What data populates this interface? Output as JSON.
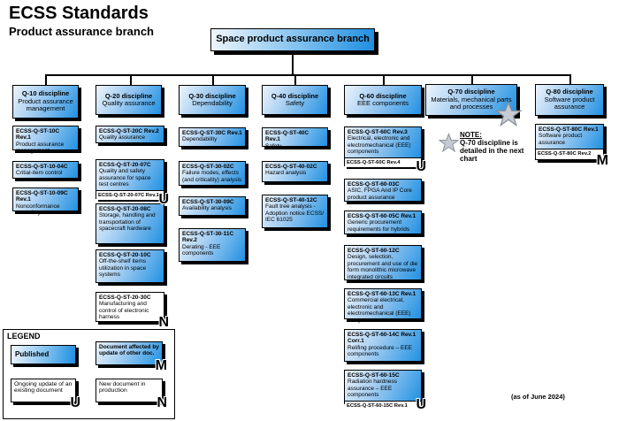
{
  "title": "ECSS Standards",
  "subtitle": "Product assurance branch",
  "footer": "(as of June 2024)",
  "root_box": "Space product assurance branch",
  "note": {
    "label": "NOTE:",
    "text": "Q-70 discipline is detailed in the next chart"
  },
  "legend": {
    "title": "LEGEND",
    "published": "Published",
    "affected": "Document affected by update of other doc.",
    "affected_marker": "M",
    "ongoing": "Ongoing update of an existing document",
    "ongoing_marker": "U",
    "new_doc": "New document in production",
    "new_marker": "N"
  },
  "colors": {
    "blue_dark": "#2191e2",
    "blue_light": "#ecf4fc",
    "star_fill": "#c6cad2",
    "star_stroke": "#878c96"
  },
  "columns": [
    {
      "header": {
        "title": "Q-10 discipline",
        "subtitle": "Product assurance management"
      },
      "boxes": [
        {
          "code": "ECSS-Q-ST-10C Rev.1",
          "desc": "Product assurance management"
        },
        {
          "code": "ECSS-Q-ST-10-04C",
          "desc": "Critial-item control"
        },
        {
          "code": "ECSS-Q-ST-10-09C Rev.1",
          "desc": "Nonconformance control system"
        }
      ]
    },
    {
      "header": {
        "title": "Q-20 discipline",
        "subtitle": "Quality assurance"
      },
      "boxes": [
        {
          "code": "ECSS-Q-ST-20C Rev.2",
          "desc": "Quality assurance"
        },
        {
          "code": "ECSS-Q-ST-20-07C",
          "desc": "Quality and safety assurance for space test centres",
          "sub": "ECSS-Q-ST-20-07C Rev.1",
          "marker": "U"
        },
        {
          "code": "ECSS-Q-ST-20-08C",
          "desc": "Storage, handling and transportation of spacecraft hardware"
        },
        {
          "code": "ECSS-Q-ST-20-10C",
          "desc": "Off-the-shelf items utilization in space systems"
        },
        {
          "code": "ECSS-Q-ST-20-30C",
          "desc": "Manufacturing and control of electronic harness",
          "marker": "N"
        }
      ]
    },
    {
      "header": {
        "title": "Q-30 discipline",
        "subtitle": "Dependability"
      },
      "boxes": [
        {
          "code": "ECSS-Q-ST-30C Rev.1",
          "desc": "Dependability"
        },
        {
          "code": "ECSS-Q-ST-30-02C",
          "desc": "Failure modes, effects (and criticality) analysis"
        },
        {
          "code": "ECSS-Q-ST-30-09C",
          "desc": "Availability analysis"
        },
        {
          "code": "ECSS-Q-ST-30-11C Rev.2",
          "desc": "Derating - EEE components"
        }
      ]
    },
    {
      "header": {
        "title": "Q-40 discipline",
        "subtitle": "Safety"
      },
      "boxes": [
        {
          "code": "ECSS-Q-ST-40C Rev.1",
          "desc": "Safety"
        },
        {
          "code": "ECSS-Q-ST-40-02C",
          "desc": "Hazard analysis"
        },
        {
          "code": "ECSS-Q-ST-40-12C",
          "desc": "Fault tree analysis - Adoption notice ECSS/ IEC 61025"
        }
      ]
    },
    {
      "header": {
        "title": "Q-60 discipline",
        "subtitle": "EEE components"
      },
      "boxes": [
        {
          "code": "ECSS-Q-ST-60C Rev.3",
          "desc": "Electrical, electronic and electromechanical (EEE) components",
          "sub": "ECSS-Q-ST-60C Rev.4",
          "marker": "U"
        },
        {
          "code": "ECSS-Q-ST-60-03C",
          "desc": "ASIC, FPGA And IP Core product assurance"
        },
        {
          "code": "ECSS-Q-ST-60-05C Rev.1",
          "desc": "Generic procurement requirements for hybrids"
        },
        {
          "code": "ECSS-Q-ST-60-12C",
          "desc": "Design, selection, procurement and use of die form monolithic microwave integrated circuits"
        },
        {
          "code": "ECSS-Q-ST-60-13C Rev.1",
          "desc": "Commercial electrical, electronic and electromechanical (EEE) components"
        },
        {
          "code": "ECSS-Q-ST-60-14C Rev.1 Corr.1",
          "desc": "Relifing procedure – EEE components"
        },
        {
          "code": "ECSS-Q-ST-60-15C",
          "desc": "Radiation hardness assurance – EEE components",
          "sub": "ECSS-Q-ST-60-15C Rev.1",
          "marker": "U"
        }
      ]
    },
    {
      "header": {
        "title": "Q-70 discipline",
        "subtitle": "Materials, mechanical parts and processes"
      },
      "boxes": []
    },
    {
      "header": {
        "title": "Q-80 discipline",
        "subtitle": "Software product assurance"
      },
      "boxes": [
        {
          "code": "ECSS-Q-ST-80C Rev.1",
          "desc": "Software product assurance",
          "sub": "ECSS-Q-ST-80C Rev.2",
          "marker": "M"
        }
      ]
    }
  ]
}
